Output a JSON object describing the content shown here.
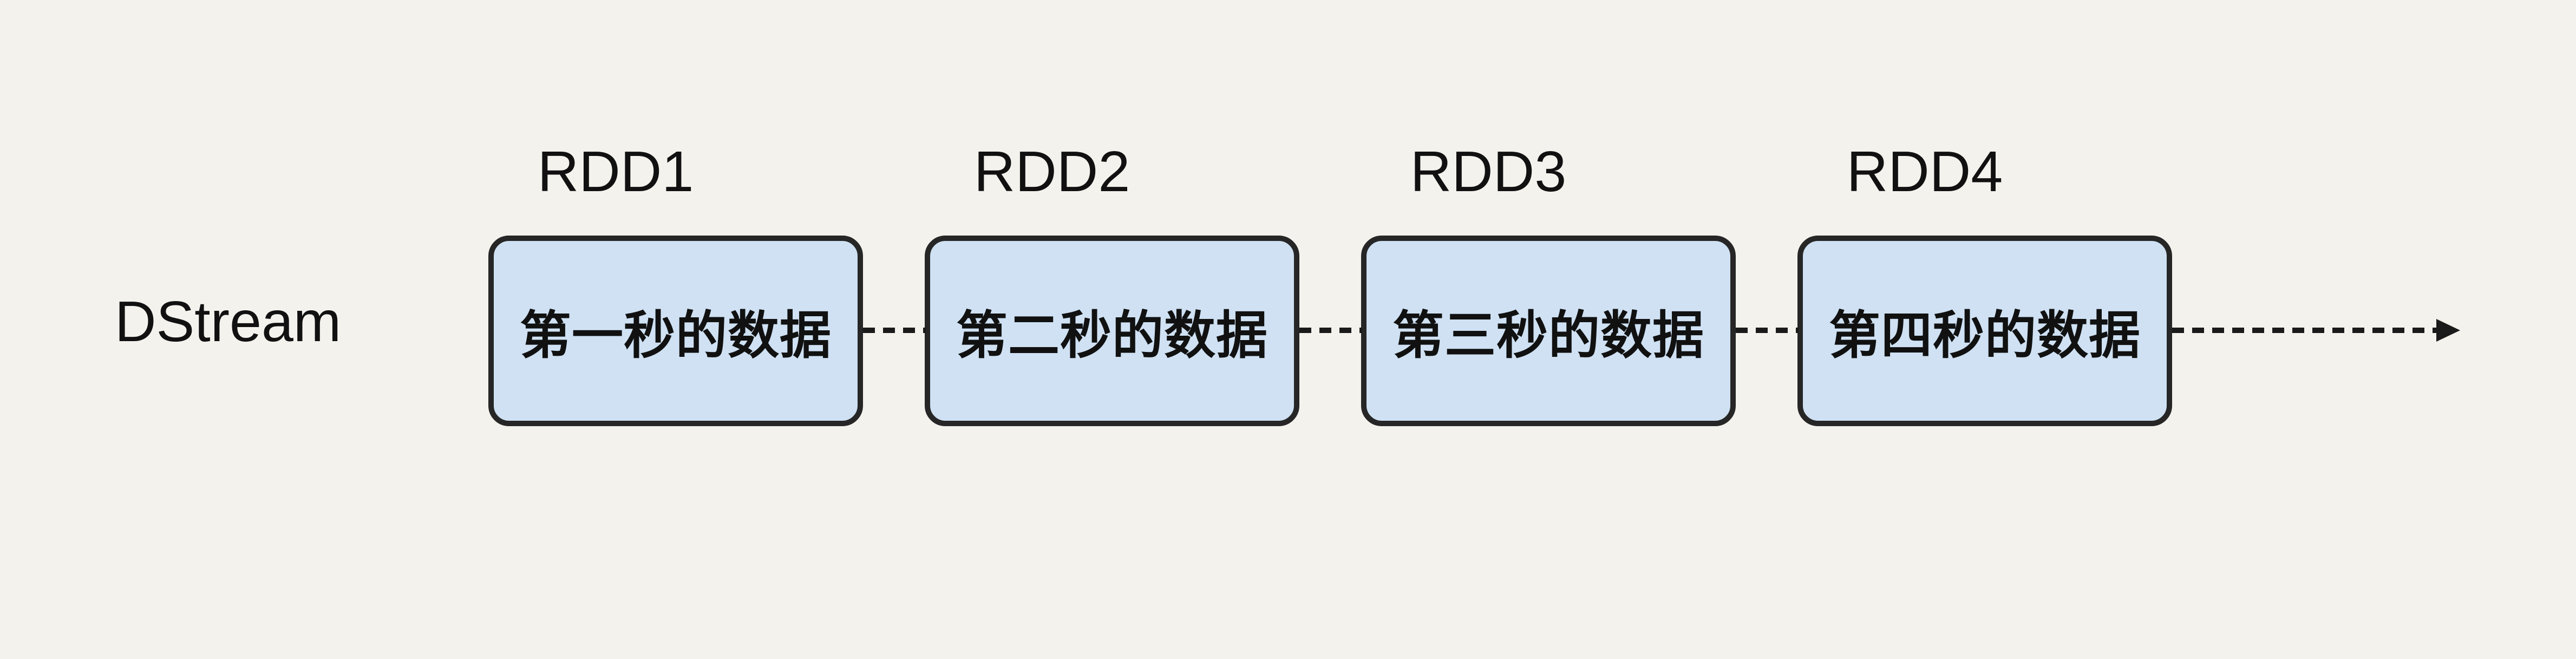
{
  "diagram": {
    "stream_label": "DStream",
    "nodes": [
      {
        "title": "RDD1",
        "text": "第一秒的数据"
      },
      {
        "title": "RDD2",
        "text": "第二秒的数据"
      },
      {
        "title": "RDD3",
        "text": "第三秒的数据"
      },
      {
        "title": "RDD4",
        "text": "第四秒的数据"
      }
    ],
    "colors": {
      "bg": "#f4f2ed",
      "node-fill": "#cfe1f3",
      "node-border": "#262626",
      "line": "#1a1a1a",
      "text": "#111111"
    }
  }
}
